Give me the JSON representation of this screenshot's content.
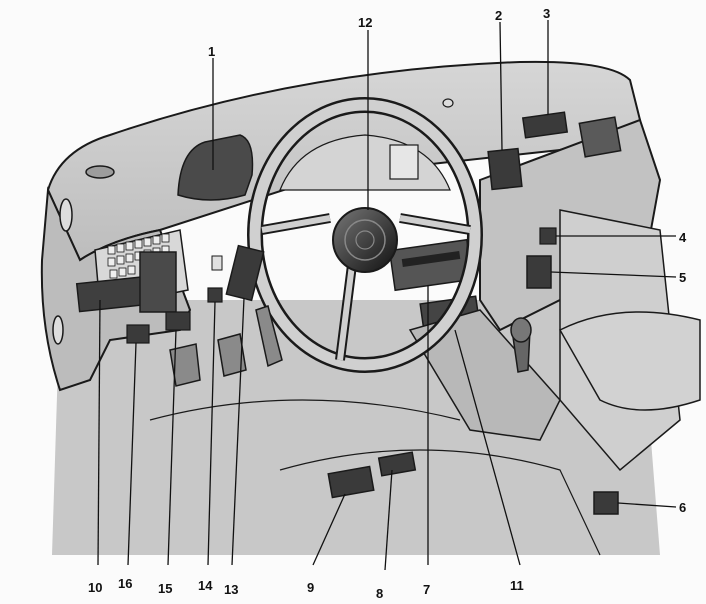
{
  "callouts": [
    {
      "id": "c1",
      "text": "1"
    },
    {
      "id": "c2",
      "text": "2"
    },
    {
      "id": "c3",
      "text": "3"
    },
    {
      "id": "c4",
      "text": "4"
    },
    {
      "id": "c5",
      "text": "5"
    },
    {
      "id": "c6",
      "text": "6"
    },
    {
      "id": "c7",
      "text": "7"
    },
    {
      "id": "c8",
      "text": "8"
    },
    {
      "id": "c9",
      "text": "9"
    },
    {
      "id": "c10",
      "text": "10"
    },
    {
      "id": "c11",
      "text": "11"
    },
    {
      "id": "c12",
      "text": "12"
    },
    {
      "id": "c13",
      "text": "13"
    },
    {
      "id": "c14",
      "text": "14"
    },
    {
      "id": "c15",
      "text": "15"
    },
    {
      "id": "c16",
      "text": "16"
    }
  ],
  "colors": {
    "background": "#fbfbfb",
    "drawing_fill": "#c9c9c9",
    "drawing_shade": "#9a9a9a",
    "component_fill": "#3a3a3a",
    "outline": "#1a1a1a"
  }
}
